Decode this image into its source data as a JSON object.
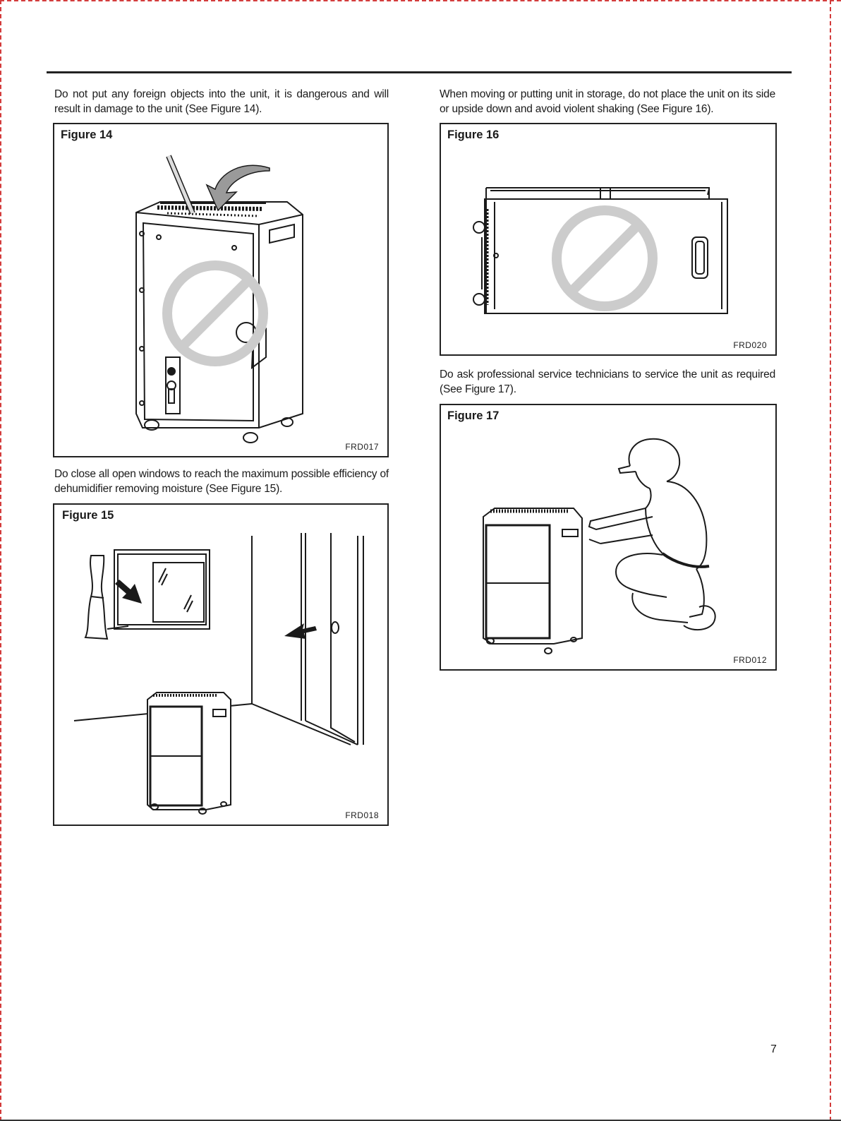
{
  "paragraphs": {
    "p14": "Do not put any foreign objects into the unit, it is dangerous and will result in damage to the unit (See Figure 14).",
    "p15": "Do close all open windows to reach the maximum possible efficiency of dehumidifier removing moisture (See Figure 15).",
    "p16": "When moving or putting unit in storage, do not place the unit on its side or upside down and avoid violent shaking (See Figure 16).",
    "p17": "Do ask professional service technicians to service the unit as required (See Figure 17)."
  },
  "figures": {
    "fig14": {
      "title": "Figure 14",
      "code": "FRD017"
    },
    "fig15": {
      "title": "Figure 15",
      "code": "FRD018"
    },
    "fig16": {
      "title": "Figure 16",
      "code": "FRD020"
    },
    "fig17": {
      "title": "Figure 17",
      "code": "FRD012"
    }
  },
  "page_number": "7",
  "colors": {
    "crop_mark": "#d33b3b",
    "prohibition": "#cccccc",
    "ink": "#1a1a1a"
  }
}
